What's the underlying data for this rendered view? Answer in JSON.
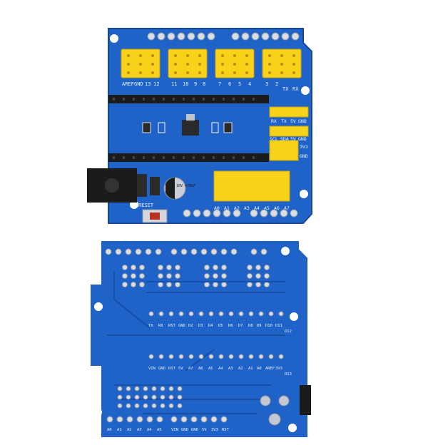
{
  "image": {
    "subject": "Arduino Nano expansion shield board, top and bottom views",
    "colors": {
      "background": "#ffffff",
      "pcb": "#1f63c8",
      "pcb_dark": "#15479a",
      "header": "#f7d21a",
      "pads": "#d9dde4",
      "socket": "#1b1b1b"
    }
  },
  "top_board": {
    "reset_label": "RESET",
    "capacitor_label": "10V 470UF",
    "uart_labels": [
      "RX",
      "TX",
      "5V",
      "GND"
    ],
    "i2c_labels": [
      "SCL",
      "SDA",
      "5V",
      "GND"
    ],
    "power_labels": [
      "3V3",
      "GND"
    ],
    "analog_labels": [
      "A0",
      "A1",
      "A2",
      "A3",
      "A4",
      "A5",
      "A6",
      "A7"
    ],
    "digital_labels": [
      "13",
      "12",
      "11",
      "10",
      "9",
      "8",
      "7",
      "6",
      "5",
      "4",
      "3",
      "2",
      "TX",
      "RX"
    ],
    "misc_labels": [
      "AREF",
      "GND"
    ]
  },
  "bottom_board": {
    "row1_labels": [
      "TX",
      "RX",
      "RST",
      "GND",
      "D2",
      "D3",
      "D4",
      "D5",
      "D6",
      "D7",
      "D8",
      "D9",
      "D10",
      "D11",
      "D12"
    ],
    "row2_labels": [
      "VIN",
      "GND",
      "RST",
      "5V",
      "A7",
      "A6",
      "A5",
      "A4",
      "A3",
      "A2",
      "A1",
      "A0",
      "AREF",
      "3V3",
      "D13"
    ],
    "edge_labels": [
      "A0",
      "A1",
      "A2",
      "A3",
      "A4",
      "A5",
      "VIN",
      "GND",
      "GND",
      "5V",
      "3V3",
      "RST"
    ]
  }
}
